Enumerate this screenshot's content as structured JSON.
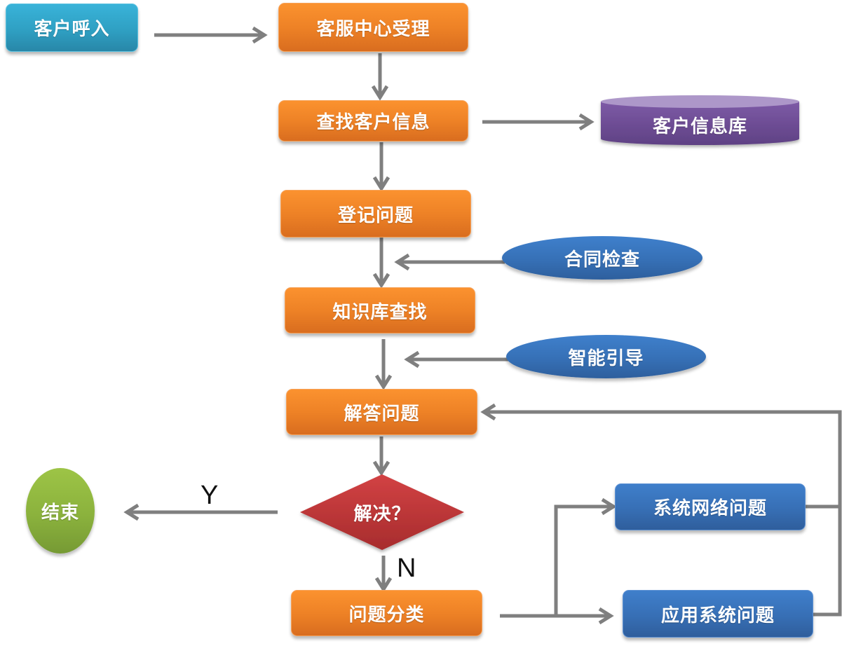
{
  "diagram": {
    "type": "flowchart",
    "nodes": {
      "customer_call": "客户呼入",
      "service_center": "客服中心受理",
      "find_customer": "查找客户信息",
      "customer_db": "客户信息库",
      "register_issue": "登记问题",
      "contract_check": "合同检查",
      "kb_search": "知识库查找",
      "smart_guide": "智能引导",
      "answer_issue": "解答问题",
      "resolved": "解决？",
      "end": "结束",
      "classify_issue": "问题分类",
      "network_issue": "系统网络问题",
      "app_issue": "应用系统问题"
    },
    "edge_labels": {
      "yes": "Y",
      "no": "N"
    },
    "colors": {
      "process": "#ee8226",
      "start": "#2fa0c3",
      "database": "#7a58a0",
      "auxiliary": "#3670b6",
      "decision": "#c0393a",
      "terminal": "#8bb23d",
      "connector": "#7f7f7f"
    },
    "edges": [
      [
        "customer_call",
        "service_center"
      ],
      [
        "service_center",
        "find_customer"
      ],
      [
        "find_customer",
        "customer_db"
      ],
      [
        "find_customer",
        "register_issue"
      ],
      [
        "register_issue",
        "kb_search"
      ],
      [
        "contract_check",
        "register_issue->kb_search"
      ],
      [
        "kb_search",
        "answer_issue"
      ],
      [
        "smart_guide",
        "kb_search->answer_issue"
      ],
      [
        "answer_issue",
        "resolved"
      ],
      [
        "resolved",
        "end",
        "Y"
      ],
      [
        "resolved",
        "classify_issue",
        "N"
      ],
      [
        "classify_issue",
        "network_issue"
      ],
      [
        "classify_issue",
        "app_issue"
      ],
      [
        "network_issue",
        "answer_issue"
      ],
      [
        "app_issue",
        "answer_issue"
      ]
    ]
  }
}
